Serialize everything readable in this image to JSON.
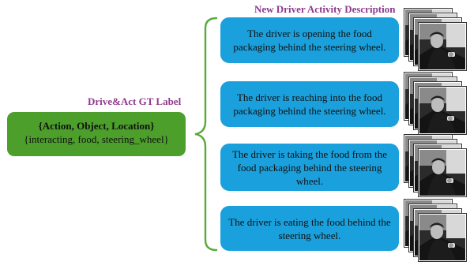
{
  "headings": {
    "new_activity": "New Driver Activity Description",
    "gt_label": "Drive&Act GT Label"
  },
  "gt_box": {
    "title": "{Action, Object, Location}",
    "values": "{interacting, food, steering_wheel}"
  },
  "descriptions": [
    "The driver is opening the food packaging behind the steering wheel.",
    "The driver is reaching into the food packaging behind the steering wheel.",
    "The driver is taking the food from the food packaging behind the steering wheel.",
    "The driver is eating the food behind the steering wheel."
  ],
  "colors": {
    "heading": "#8e3a8e",
    "gt_box": "#4c9f2a",
    "desc_box": "#1aa0dc",
    "brace": "#5aaa3a"
  }
}
